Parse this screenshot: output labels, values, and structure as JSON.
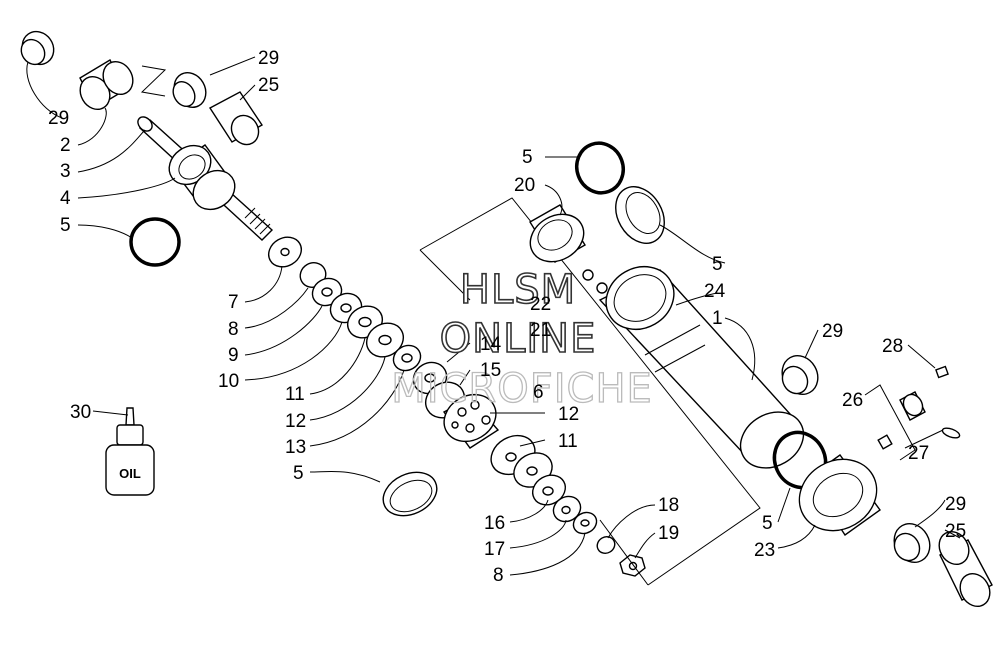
{
  "watermark": {
    "line1": "HLSM",
    "line2": "ONLINE",
    "line3": "MICROFICHE"
  },
  "oil_bottle_label": "OIL",
  "callouts": {
    "c29a": "29",
    "c2": "2",
    "c3": "3",
    "c4": "4",
    "c5a": "5",
    "c29b": "29",
    "c25a": "25",
    "c7": "7",
    "c8a": "8",
    "c9": "9",
    "c10": "10",
    "c11a": "11",
    "c12a": "12",
    "c13": "13",
    "c5b": "5",
    "c14": "14",
    "c15": "15",
    "c6": "6",
    "c12b": "12",
    "c11b": "11",
    "c16": "16",
    "c17": "17",
    "c8b": "8",
    "c18": "18",
    "c19": "19",
    "c5c": "5",
    "c20": "20",
    "c22": "22",
    "c21": "21",
    "c5d": "5",
    "c24": "24",
    "c1": "1",
    "c29c": "29",
    "c28": "28",
    "c26": "26",
    "c27": "27",
    "c29d": "29",
    "c25b": "25",
    "c5e": "5",
    "c23": "23",
    "c30": "30"
  }
}
